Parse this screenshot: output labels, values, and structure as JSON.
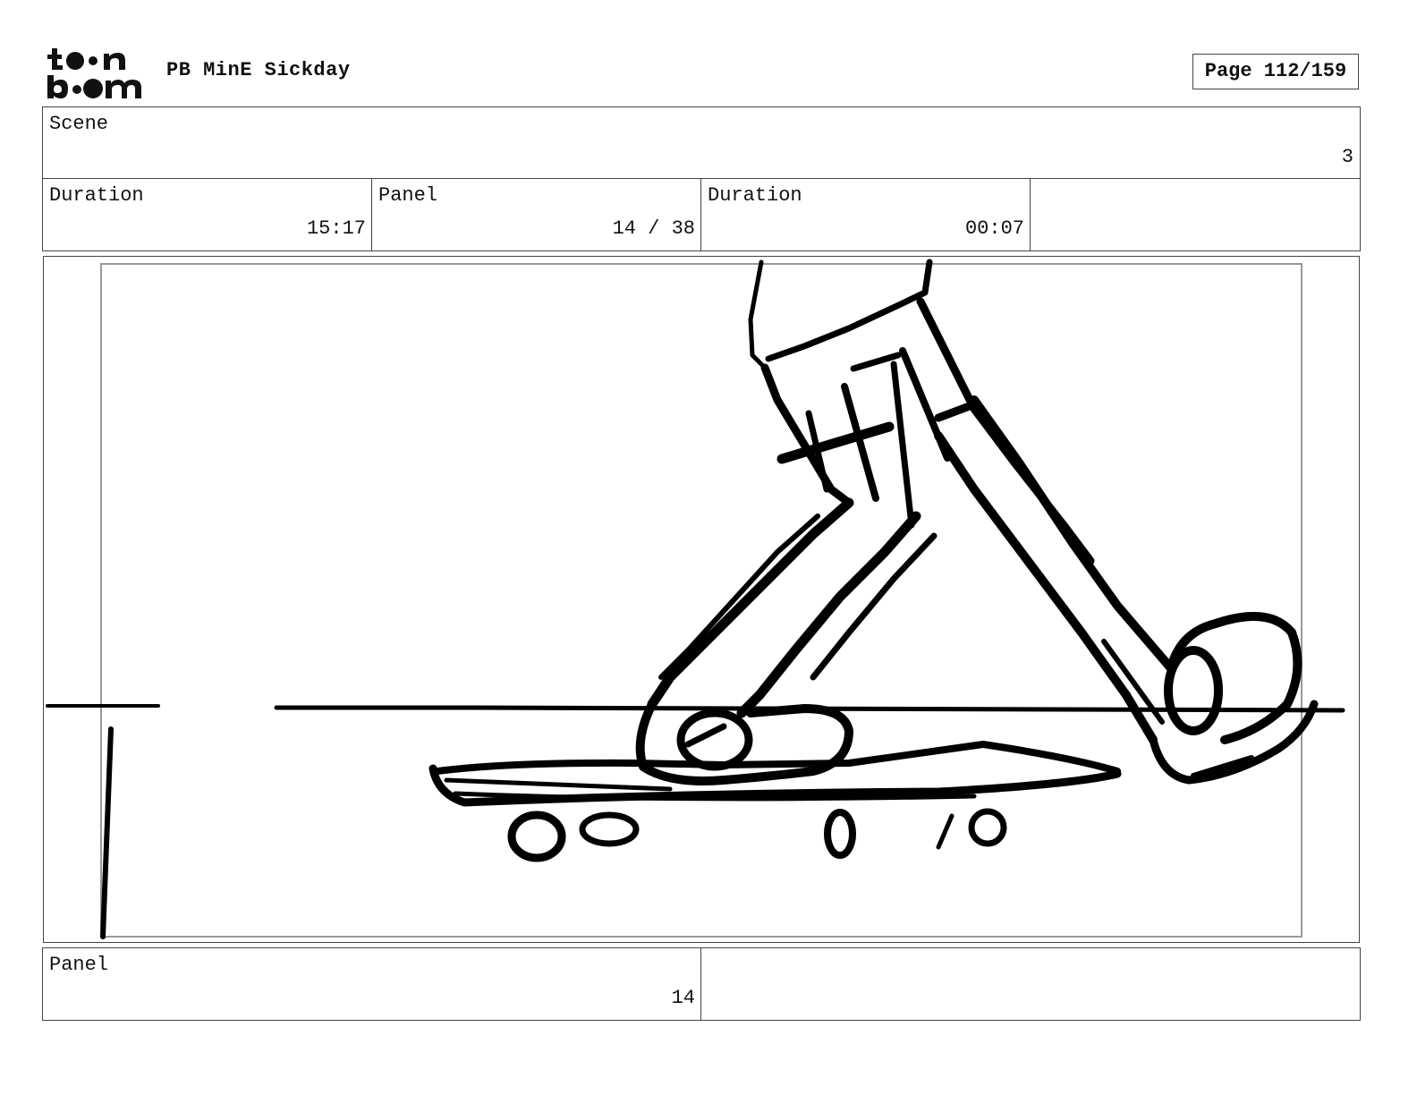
{
  "header": {
    "logo_text": "toon boom",
    "project_title": "PB MinE Sickday",
    "page_label": "Page 112/159"
  },
  "scene": {
    "label": "Scene",
    "value": "3"
  },
  "info_row": {
    "scene_duration_label": "Duration",
    "scene_duration_value": "15:17",
    "panel_label": "Panel",
    "panel_value": "14 / 38",
    "panel_duration_label": "Duration",
    "panel_duration_value": "00:07"
  },
  "footer": {
    "panel_label": "Panel",
    "panel_value": "14"
  },
  "sketch": {
    "subject": "skateboard-feet-sketch"
  }
}
